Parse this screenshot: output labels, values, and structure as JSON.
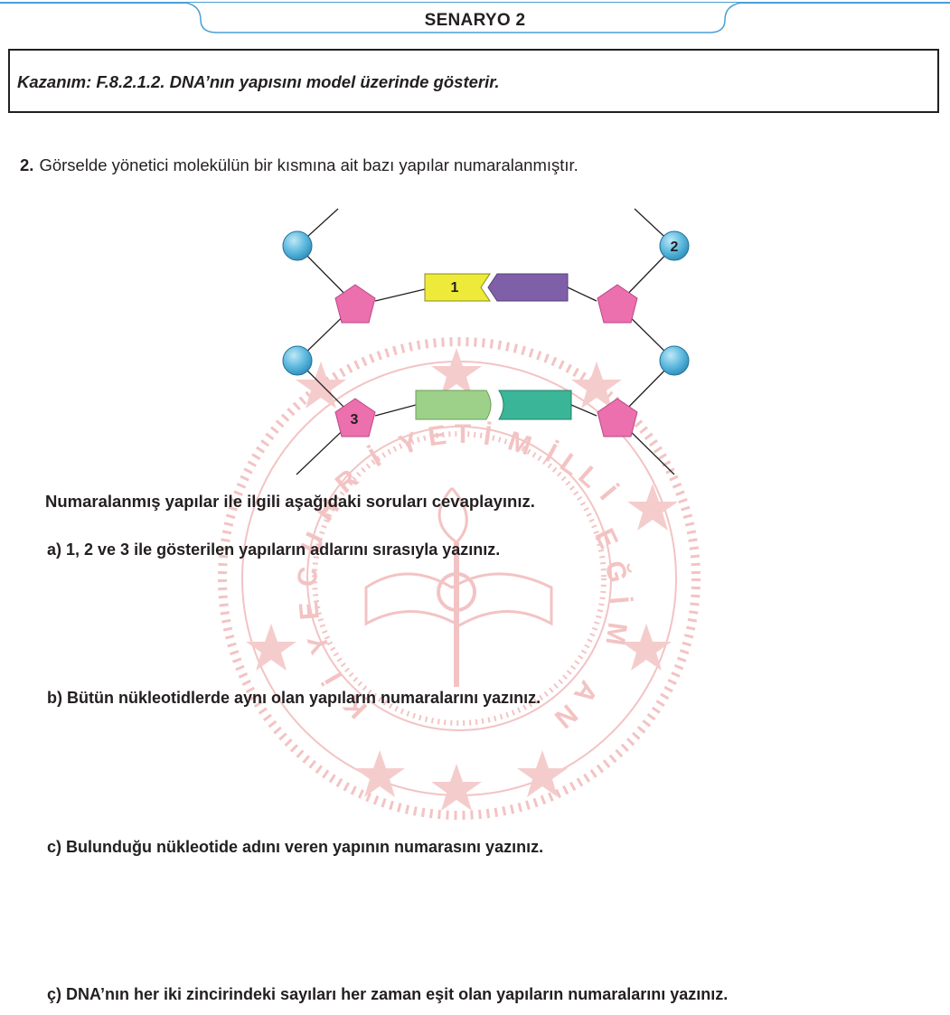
{
  "header": {
    "title": "SENARYO 2"
  },
  "kazanim": {
    "text": "Kazanım: F.8.2.1.2. DNA’nın yapısını model üzerinde gösterir."
  },
  "question": {
    "number": "2.",
    "text": "Görselde yönetici molekülün bir kısmına ait bazı yapılar numaralanmıştır."
  },
  "diagram": {
    "labels": {
      "one": "1",
      "two": "2",
      "three": "3"
    },
    "colors": {
      "phosphate": "#5bb8dd",
      "sugar": "#ec6fae",
      "base_yellow": "#eeea3a",
      "base_purple": "#7f60a8",
      "base_green": "#9dd18a",
      "base_teal": "#3bb597"
    }
  },
  "prompt": "Numaralanmış yapılar ile ilgili aşağıdaki soruları cevaplayınız.",
  "subquestions": {
    "a": "a) 1, 2 ve 3 ile gösterilen yapıların adlarını sırasıyla yazınız.",
    "b": "b) Bütün nükleotidlerde aynı olan yapıların numaralarını yazınız.",
    "c": "c) Bulunduğu nükleotide adını veren yapının numarasını yazınız.",
    "d": "ç) DNA’nın her iki zincirindeki sayıları her zaman eşit olan yapıların numaralarını yazınız."
  }
}
